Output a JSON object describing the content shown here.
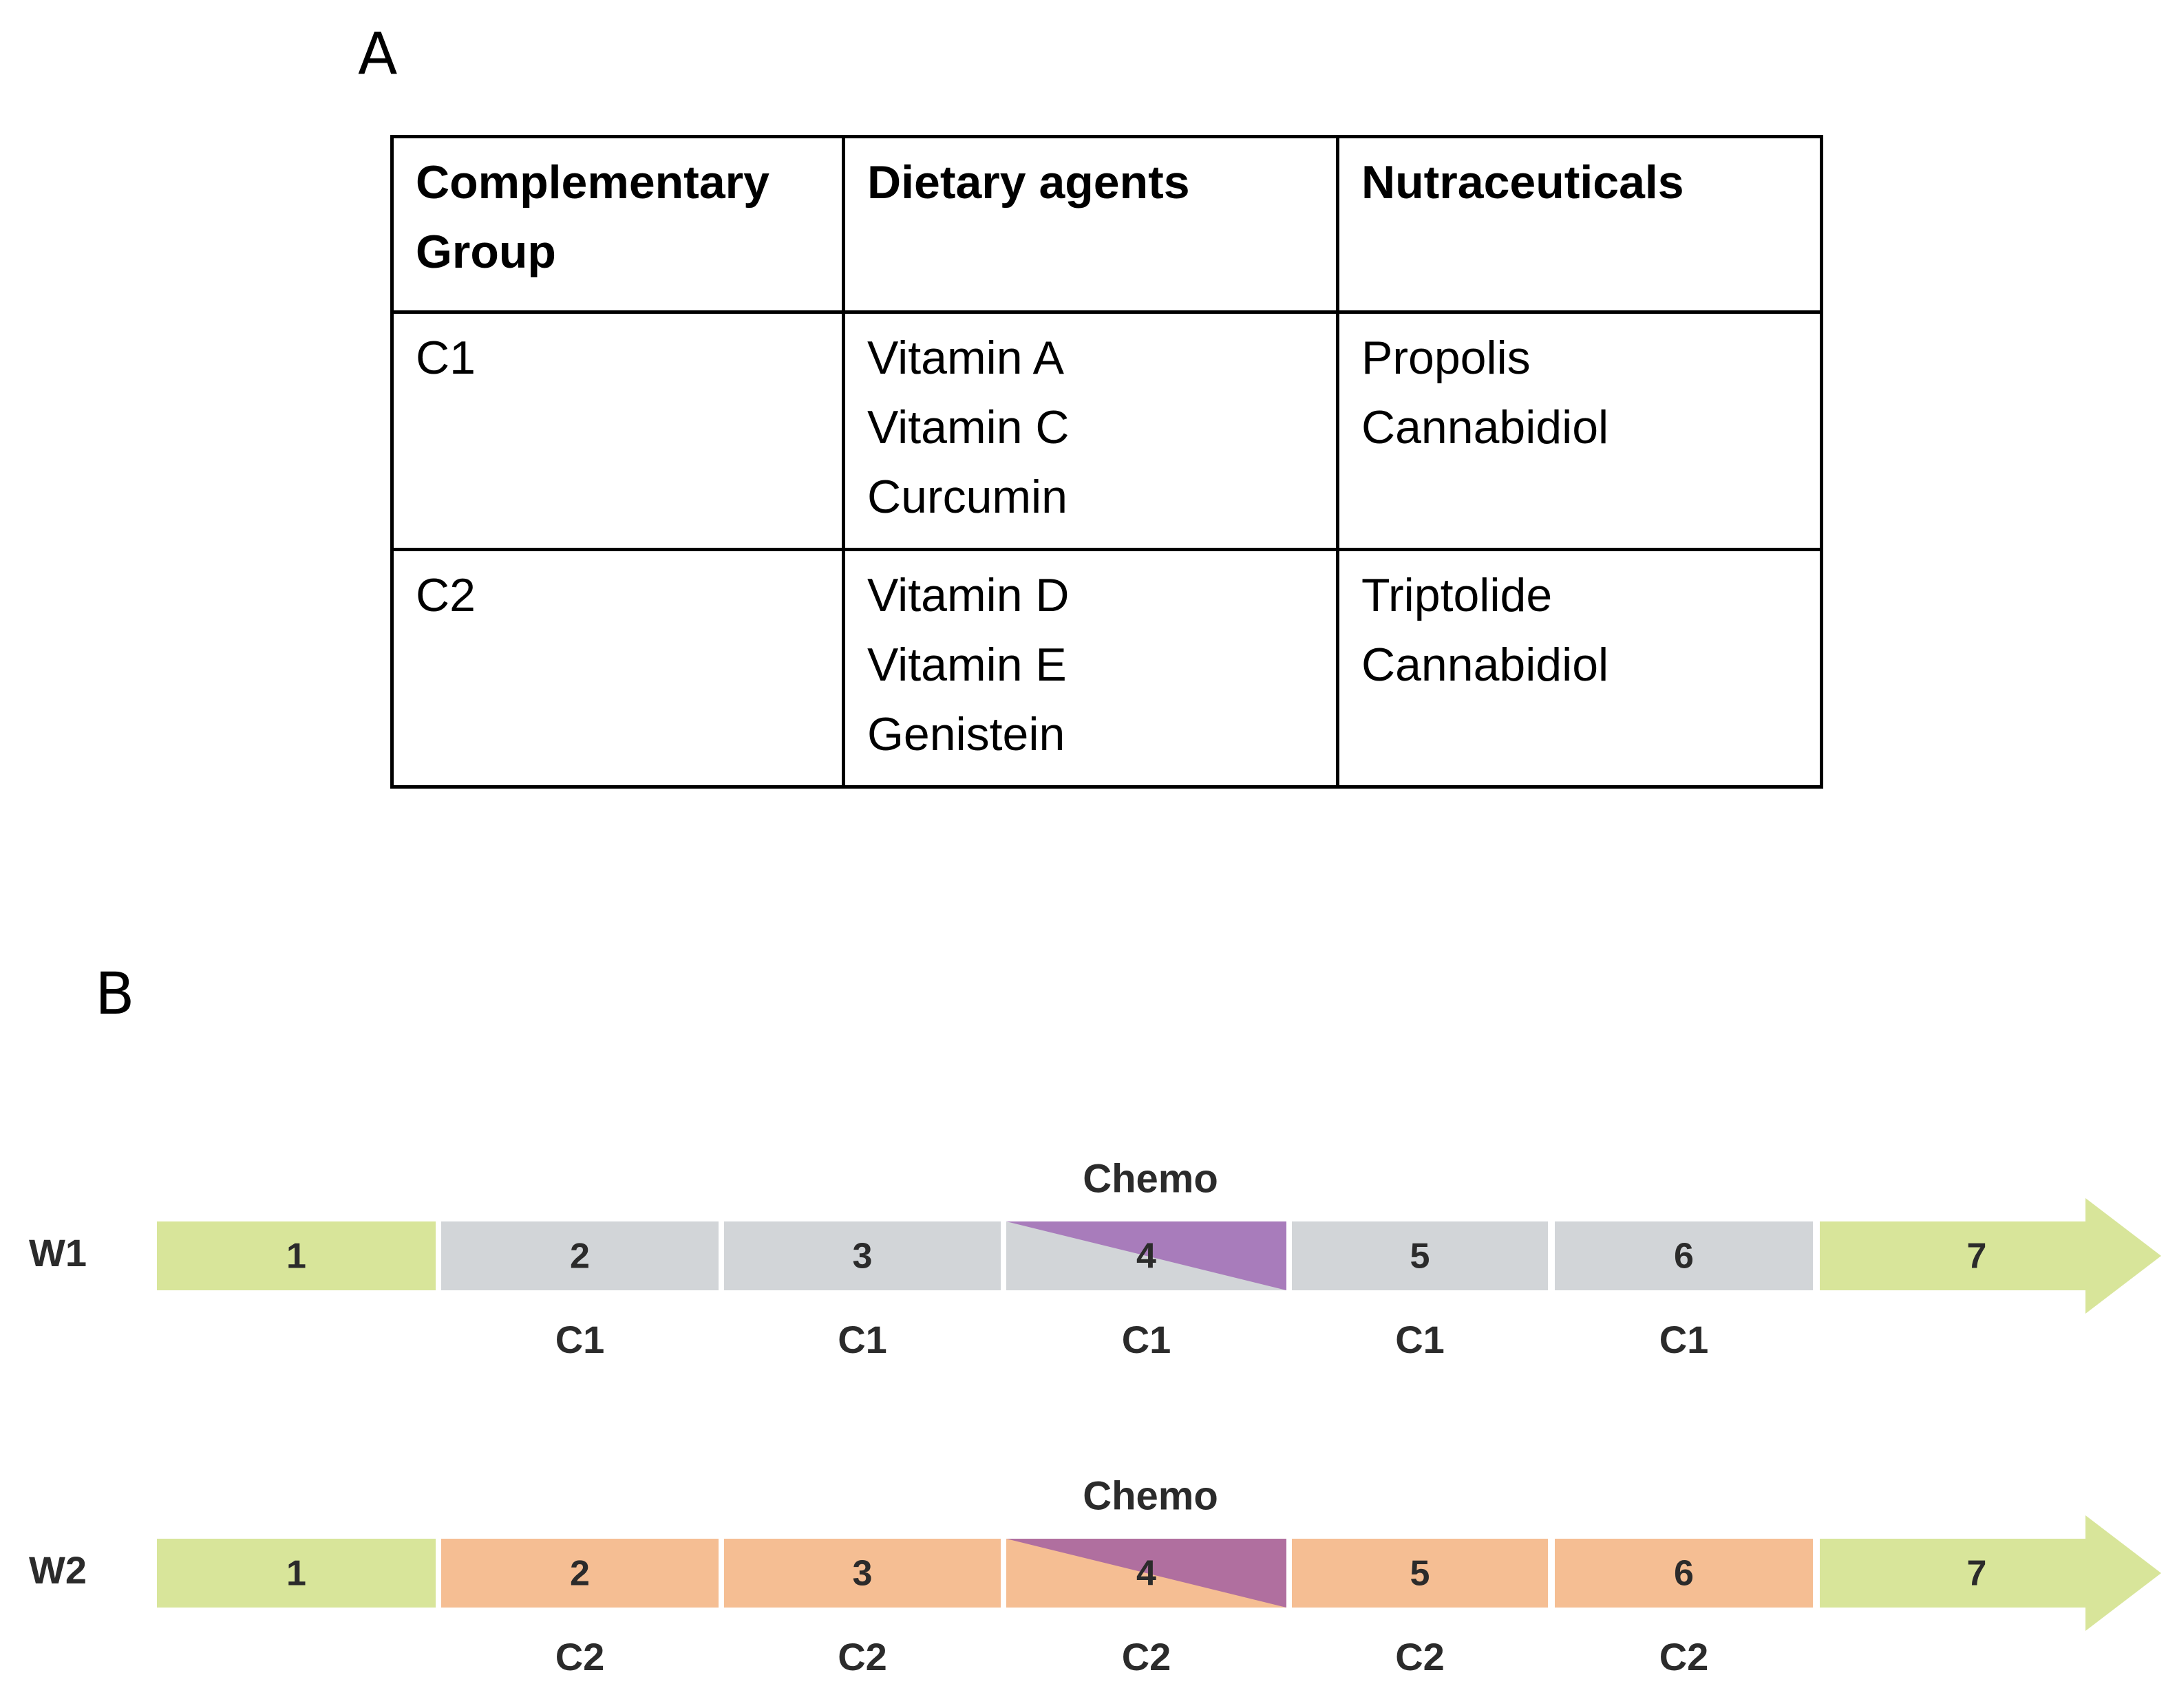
{
  "panel_a": {
    "label": "A",
    "table": {
      "headers": [
        "Complementary Group",
        "Dietary agents",
        "Nutraceuticals"
      ],
      "rows": [
        {
          "group": "C1",
          "dietary_agents": [
            "Vitamin A",
            "Vitamin C",
            "Curcumin"
          ],
          "nutraceuticals": [
            "Propolis",
            "Cannabidiol"
          ]
        },
        {
          "group": "C2",
          "dietary_agents": [
            "Vitamin D",
            "Vitamin E",
            "Genistein"
          ],
          "nutraceuticals": [
            "Triptolide",
            "Cannabidiol"
          ]
        }
      ]
    }
  },
  "panel_b": {
    "label": "B",
    "colors": {
      "green": "#d8e59a",
      "gray": "#d2d5d8",
      "orange": "#f5be93",
      "purple_w1": "#a87cbb",
      "purple_w2": "#b06f9f",
      "text": "#2b2b2b"
    },
    "weeks": [
      {
        "label": "W1",
        "chemo_label": "Chemo",
        "days": [
          "1",
          "2",
          "3",
          "4",
          "5",
          "6",
          "7"
        ],
        "groups": [
          "",
          "C1",
          "C1",
          "C1",
          "C1",
          "C1",
          ""
        ],
        "fill": "gray",
        "chemo_fill": "purple_w1"
      },
      {
        "label": "W2",
        "chemo_label": "Chemo",
        "days": [
          "1",
          "2",
          "3",
          "4",
          "5",
          "6",
          "7"
        ],
        "groups": [
          "",
          "C2",
          "C2",
          "C2",
          "C2",
          "C2",
          ""
        ],
        "fill": "orange",
        "chemo_fill": "purple_w2"
      }
    ]
  }
}
